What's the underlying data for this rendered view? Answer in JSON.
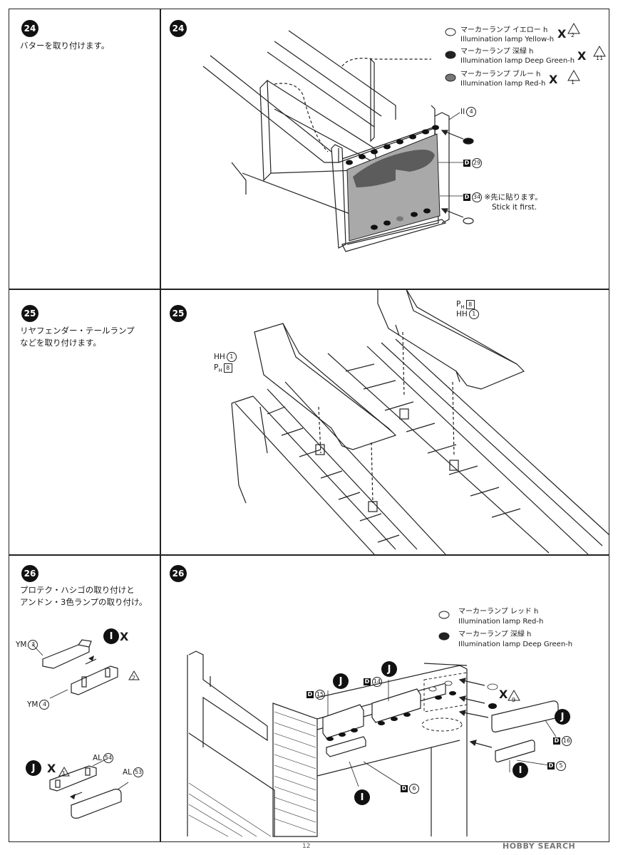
{
  "page_number": "12",
  "watermark": "HOBBY SEARCH",
  "steps": [
    {
      "num": "24",
      "text": "バターを取り付けます。"
    },
    {
      "num": "25",
      "text": "リヤフェンダー・テールランプ\nなどを取り付けます。"
    },
    {
      "num": "26",
      "text": "プロテク・ハシゴの取り付けと\nアンドン・3色ランプの取り付け。"
    }
  ],
  "step24": {
    "legend": [
      {
        "jp": "マーカーランプ イエロー h",
        "en": "Illumination lamp Yellow-h",
        "count": "2",
        "fill": "#ffffff"
      },
      {
        "jp": "マーカーランプ 深緑 h",
        "en": "Illumination lamp Deep Green-h",
        "count": "11",
        "fill": "#222222"
      },
      {
        "jp": "マーカーランプ ブルー h",
        "en": "Illumination lamp Red-h",
        "count": "1",
        "fill": "#777777"
      }
    ],
    "part_ii4": {
      "prefix": "II",
      "num": "4"
    },
    "part_d29": {
      "letter": "D",
      "num": "29"
    },
    "part_d34": {
      "letter": "D",
      "num": "34",
      "note_jp": "※先に貼ります。",
      "note_en": "Stick it first."
    }
  },
  "step25": {
    "part_hh1_right": {
      "name": "HH",
      "num": "1"
    },
    "part_ph8_right": {
      "name": "P",
      "sub": "H",
      "num": "8"
    },
    "part_hh1_left": {
      "name": "HH",
      "num": "1"
    },
    "part_ph8_left": {
      "name": "P",
      "sub": "H",
      "num": "8"
    }
  },
  "step26_left": {
    "ym3": {
      "name": "YM",
      "num": "3"
    },
    "ym4": {
      "name": "YM",
      "num": "4"
    },
    "runner_i": "I",
    "runner_i_count": "2",
    "runner_j": "J",
    "runner_j_count": "3",
    "al54": {
      "name": "AL",
      "num": "54"
    },
    "al53": {
      "name": "AL",
      "num": "53"
    }
  },
  "step26_right": {
    "legend": [
      {
        "jp": "マーカーランプ レッド h",
        "en": "Illumination lamp Red-h",
        "fill": "#ffffff"
      },
      {
        "jp": "マーカーランプ 深緑 h",
        "en": "Illumination lamp Deep Green-h",
        "fill": "#222222"
      }
    ],
    "x_count": "9",
    "runner_j": "J",
    "runner_i": "I",
    "d15": {
      "letter": "D",
      "num": "15"
    },
    "d14": {
      "letter": "D",
      "num": "14"
    },
    "d16": {
      "letter": "D",
      "num": "16"
    },
    "d5": {
      "letter": "D",
      "num": "5"
    },
    "d6": {
      "letter": "D",
      "num": "6"
    }
  }
}
